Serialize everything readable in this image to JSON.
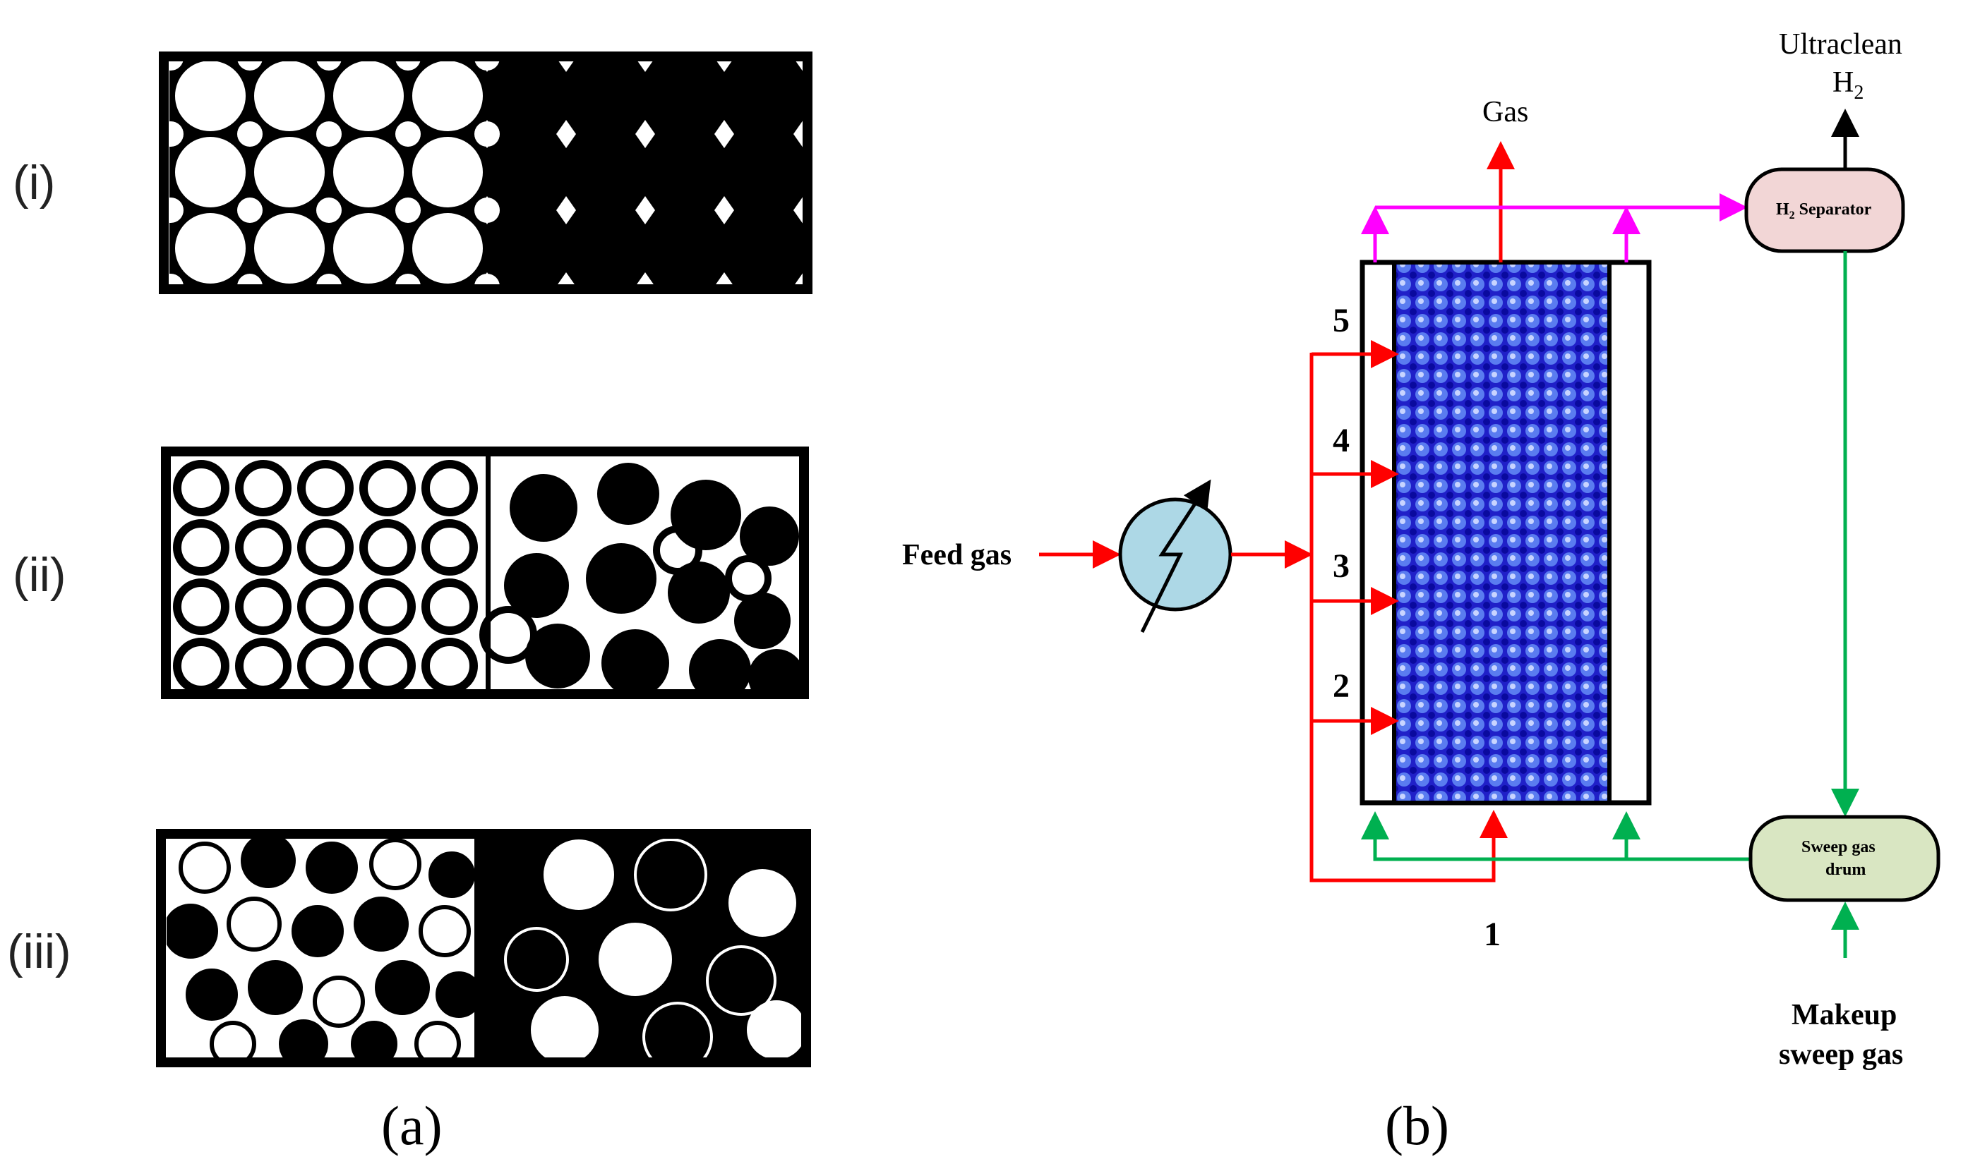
{
  "panel_a": {
    "roman_labels": [
      "(i)",
      "(ii)",
      "(iii)"
    ],
    "caption": "(a)"
  },
  "panel_b": {
    "caption": "(b)",
    "feed_gas": "Feed gas",
    "gas_out": "Gas",
    "ultraclean": "Ultraclean",
    "h2": "H",
    "h2_sub": "2",
    "separator_h": "H",
    "separator_sub": "2",
    "separator_rest": " Separator",
    "sweep_drum_line1": "Sweep gas",
    "sweep_drum_line2": "drum",
    "makeup_line1": "Makeup",
    "makeup_line2": "sweep gas",
    "inlet_numbers": [
      "5",
      "4",
      "3",
      "2",
      "1"
    ],
    "colors": {
      "feed": "#ff0000",
      "permeate": "#ff00ff",
      "sweep": "#00b050",
      "bed": "#1414d2",
      "separator_fill": "#f2d6d6",
      "drum_fill": "#d9e6c2",
      "exchanger_fill": "#add8e6"
    }
  }
}
